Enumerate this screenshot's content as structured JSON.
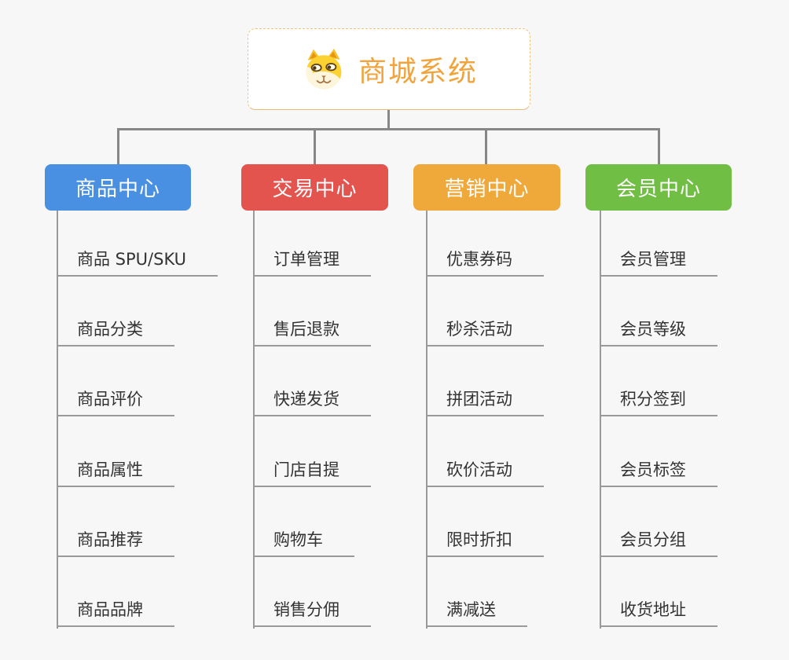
{
  "page": {
    "background_color": "#f7f7f7",
    "connector_color": "#878787",
    "leaf_line_color": "#9a9a9a"
  },
  "root": {
    "title": "商城系统",
    "icon": "dog-face-icon",
    "accent_color": "#f1a33c",
    "border_color": "#f0c27b"
  },
  "branches": [
    {
      "label": "商品中心",
      "color": "#4a90e2",
      "items": [
        "商品 SPU/SKU",
        "商品分类",
        "商品评价",
        "商品属性",
        "商品推荐",
        "商品品牌"
      ]
    },
    {
      "label": "交易中心",
      "color": "#e4544f",
      "items": [
        "订单管理",
        "售后退款",
        "快递发货",
        "门店自提",
        "购物车",
        "销售分佣"
      ]
    },
    {
      "label": "营销中心",
      "color": "#efa93b",
      "items": [
        "优惠券码",
        "秒杀活动",
        "拼团活动",
        "砍价活动",
        "限时折扣",
        "满减送"
      ]
    },
    {
      "label": "会员中心",
      "color": "#70be44",
      "items": [
        "会员管理",
        "会员等级",
        "积分签到",
        "会员标签",
        "会员分组",
        "收货地址"
      ]
    }
  ]
}
